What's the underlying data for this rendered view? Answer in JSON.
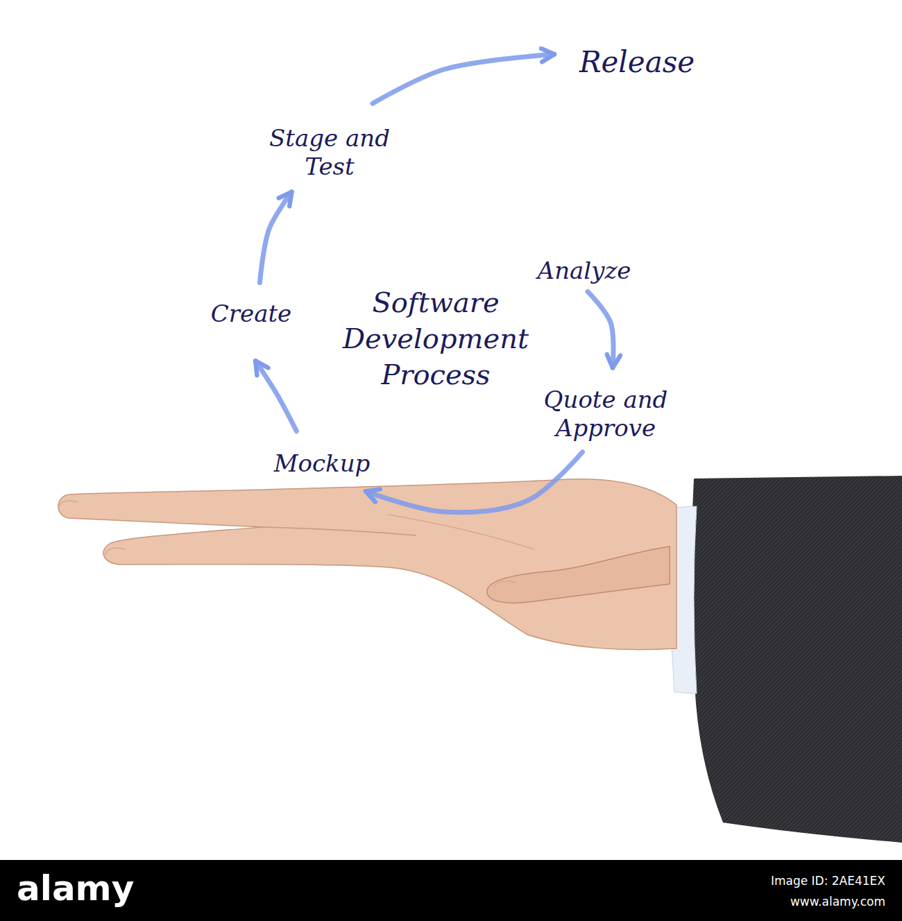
{
  "diagram": {
    "title": "Software Development Process",
    "nodes": [
      {
        "text": [
          "Analyze"
        ]
      },
      {
        "text": [
          "Quote and Approve"
        ]
      },
      {
        "text": [
          "Mockup"
        ]
      },
      {
        "text": [
          "Create"
        ]
      },
      {
        "text": [
          "Stage and Test"
        ]
      },
      {
        "text": [
          "Release"
        ]
      }
    ],
    "edges": [
      {
        "from": 0,
        "to": 1,
        "arrow": "to"
      },
      {
        "from": 1,
        "to": 2,
        "arrow": "to"
      },
      {
        "from": 2,
        "to": 3,
        "arrow": "to"
      },
      {
        "from": 3,
        "to": 4,
        "arrow": "to"
      },
      {
        "from": 4,
        "to": 5,
        "arrow": "to"
      }
    ],
    "labels": [
      "alamy",
      "Image ID: 2AE41EX",
      "www.alamy.com"
    ]
  }
}
